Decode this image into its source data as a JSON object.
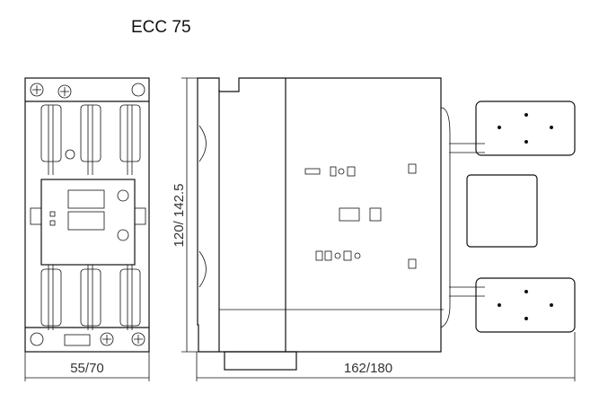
{
  "title": "ECC 75",
  "dimensions": {
    "width": "55/70",
    "height": "120/ 142.5",
    "depth": "162/180"
  }
}
